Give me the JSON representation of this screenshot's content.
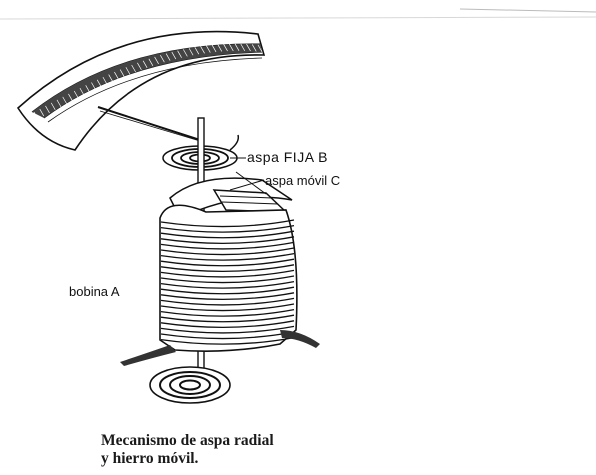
{
  "labels": {
    "aspa_fija": "aspa FIJA B",
    "aspa_movil": "aspa móvil C",
    "bobina": "bobina A"
  },
  "caption": {
    "line1": "Mecanismo de aspa radial",
    "line2": "y hierro móvil."
  },
  "colors": {
    "ink": "#111111",
    "paper": "#ffffff"
  }
}
